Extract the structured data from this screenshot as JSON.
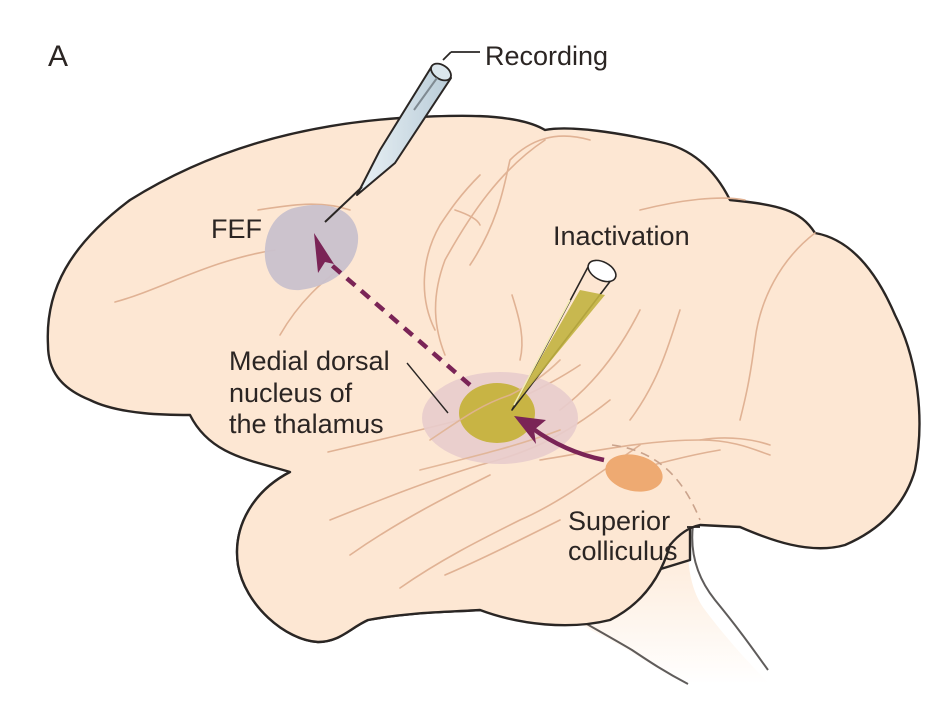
{
  "figure": {
    "panel_label": "A",
    "labels": {
      "recording": "Recording",
      "inactivation": "Inactivation",
      "fef": "FEF",
      "md_line1": "Medial dorsal",
      "md_line2": "nucleus of",
      "md_line3": "the thalamus",
      "sc_line1": "Superior",
      "sc_line2": "colliculus"
    },
    "colors": {
      "brain_fill": "#fde7d3",
      "fef_fill": "#c9c1cc",
      "md_halo": "#e8cccc",
      "md_core": "#c8b444",
      "sc_fill": "#eeaa72",
      "arrow": "#7a2456",
      "recording_pipette": "#d4e2ea",
      "inactivation_fluid": "#c2b240"
    },
    "pathways": [
      {
        "from": "Superior colliculus",
        "to": "Medial dorsal nucleus of the thalamus",
        "style": "solid"
      },
      {
        "from": "Medial dorsal nucleus of the thalamus",
        "to": "FEF",
        "style": "dashed"
      }
    ]
  }
}
